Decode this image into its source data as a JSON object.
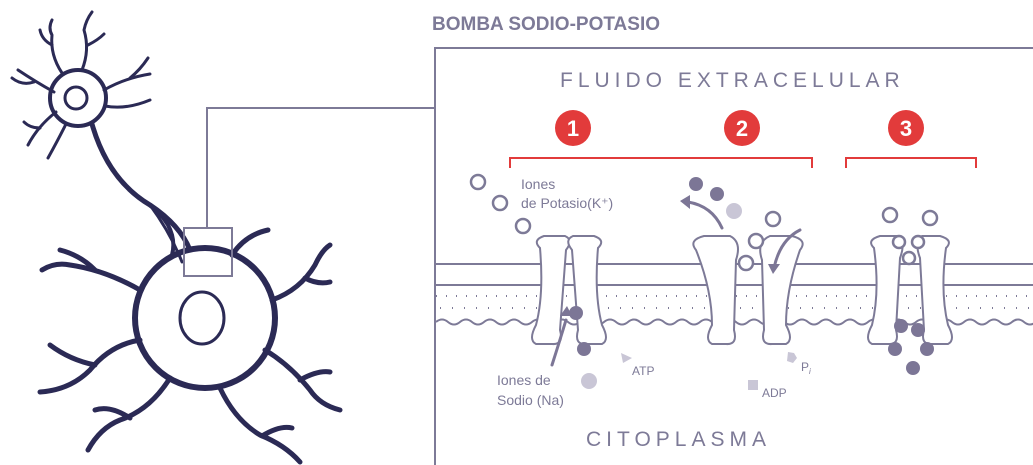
{
  "title": "BOMBA SODIO-POTASIO",
  "regions": {
    "extracellular": "FLUIDO EXTRACELULAR",
    "cytoplasm": "CITOPLASMA"
  },
  "steps": [
    "1",
    "2",
    "3"
  ],
  "labels": {
    "potassium_line1": "Iones",
    "potassium_line2": "de Potasio(K⁺)",
    "sodium_line1": "Iones de",
    "sodium_line2": "Sodio (Na)",
    "atp": "ATP",
    "adp": "ADP",
    "pi_main": "P",
    "pi_sub": "i"
  },
  "colors": {
    "neuron": "#2b2a55",
    "line": "#7d7a97",
    "step_badge": "#e23b3b",
    "sodium_ion": "#7c7696",
    "light_ion": "#c9c6d6"
  }
}
